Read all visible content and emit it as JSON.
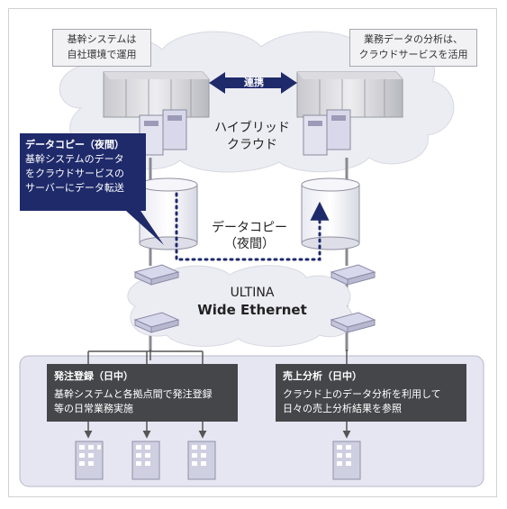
{
  "callouts": {
    "left": [
      "基幹システムは",
      "自社環境で運用"
    ],
    "right": [
      "業務データの分析は、",
      "クラウドサービスを活用"
    ]
  },
  "cloud": {
    "link_label": "連携",
    "hybrid_line1": "ハイブリッド",
    "hybrid_line2": "クラウド"
  },
  "note": {
    "title": "データコピー（夜間）",
    "lines": [
      "基幹システムのデータ",
      "をクラウドサービスの",
      "サーバーにデータ転送"
    ]
  },
  "data_copy": {
    "line1": "データコピー",
    "line2": "（夜間）"
  },
  "network": {
    "line1": "ULTINA",
    "line2": "Wide Ethernet"
  },
  "order_box": {
    "title": "発注登録（日中）",
    "lines": [
      "基幹システムと各拠点間で発注登録",
      "等の日常業務実施"
    ]
  },
  "sales_box": {
    "title": "売上分析（日中）",
    "lines": [
      "クラウド上のデータ分析を利用して",
      "日々の売上分析結果を参照"
    ]
  },
  "colors": {
    "navy": "#1f2a6b",
    "accent_bg": "#e6e6f2",
    "dark_box": "#45464a"
  }
}
